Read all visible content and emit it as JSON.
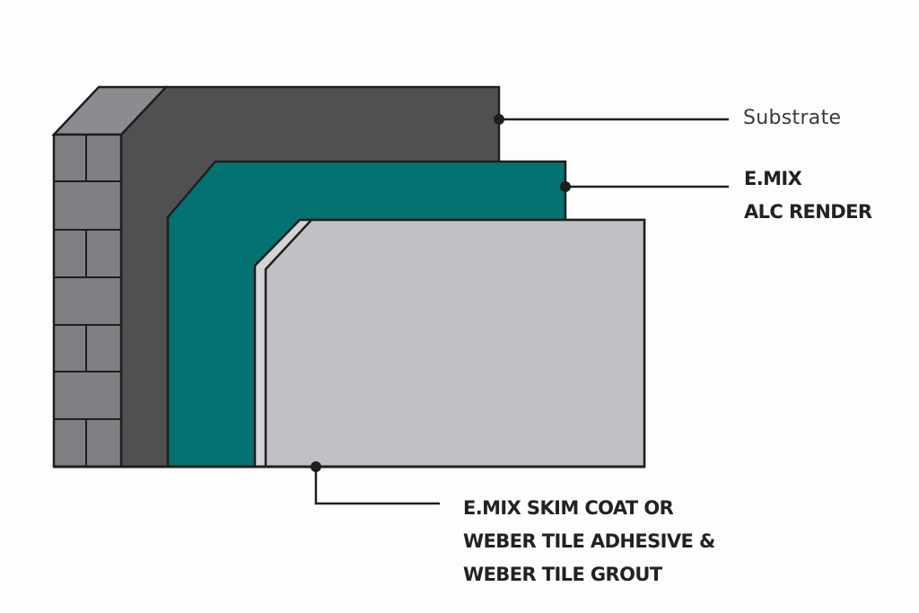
{
  "diagram": {
    "type": "layered-wall-section",
    "layers": [
      {
        "id": "brick",
        "name": "Brick wall",
        "color": "#7f8084"
      },
      {
        "id": "substrate",
        "name": "Substrate",
        "color": "#505052"
      },
      {
        "id": "render",
        "name": "E.MIX ALC Render",
        "color": "#047270"
      },
      {
        "id": "skim",
        "name": "Skim coat / adhesive",
        "color": "#d3d4d8"
      },
      {
        "id": "tile",
        "name": "Tile",
        "color": "#c0c1c5"
      }
    ],
    "colors": {
      "background": "#fdfdfd",
      "outline": "#1e1e1e",
      "leader": "#1e1e1e",
      "text": "#2b2b2b"
    }
  },
  "labels": {
    "substrate": "Substrate",
    "render_line1": "E.MIX",
    "render_line2": "ALC RENDER",
    "skim_line1": "E.MIX SKIM COAT OR",
    "skim_line2": "WEBER TILE ADHESIVE &",
    "skim_line3": "WEBER TILE GROUT"
  }
}
